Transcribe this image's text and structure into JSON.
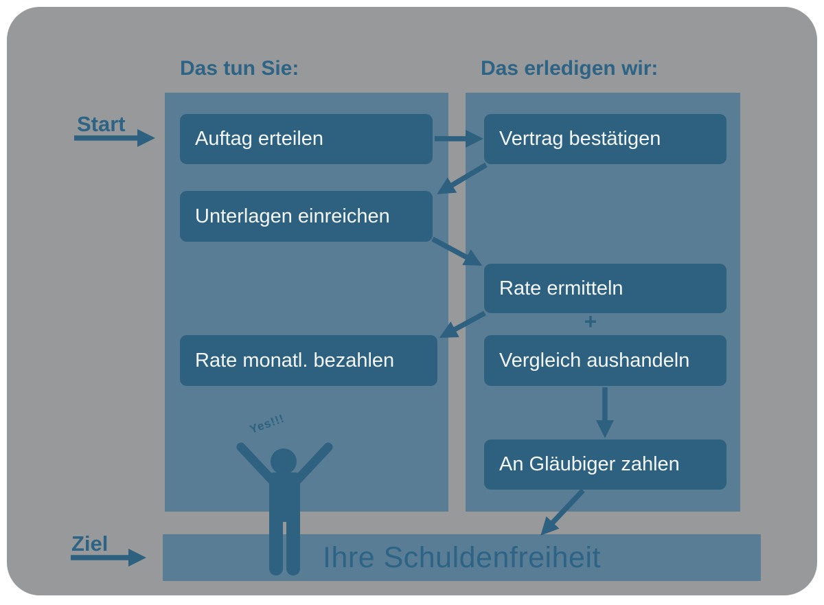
{
  "colors": {
    "canvas": "#ffffff",
    "frame": "#98999b",
    "panel": "#587d95",
    "box": "#2e617f",
    "accent": "#2d6485",
    "box_text": "#f3f6f7"
  },
  "labels": {
    "start": "Start",
    "goal": "Ziel",
    "plus": "+",
    "cheer": "Yes!!!",
    "goal_bar": "Ihre Schuldenfreiheit"
  },
  "left_column": {
    "header": "Das tun Sie:",
    "boxes": [
      "Auftag erteilen",
      "Unterlagen einreichen",
      "Rate monatl. bezahlen"
    ]
  },
  "right_column": {
    "header": "Das erledigen wir:",
    "boxes": [
      "Vertrag bestätigen",
      "Rate ermitteln",
      "Vergleich aushandeln",
      "An Gläubiger zahlen"
    ]
  }
}
